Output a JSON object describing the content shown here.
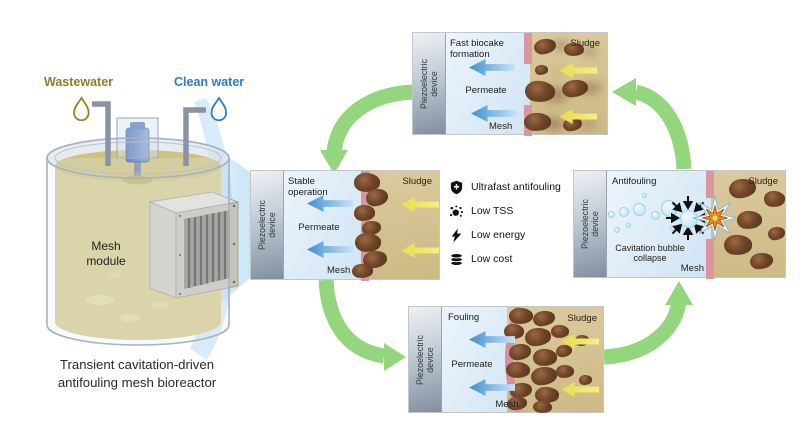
{
  "figure": {
    "wastewater_label": "Wastewater",
    "clean_water_label": "Clean water",
    "mesh_module_label": "Mesh module",
    "caption_line1": "Transient cavitation-driven",
    "caption_line2": "antifouling mesh bioreactor"
  },
  "shared": {
    "device_label": "Piezoelectric device",
    "permeate_label": "Permeate",
    "mesh_label": "Mesh",
    "sludge_label": "Sludge"
  },
  "panels": {
    "biocake": {
      "title": "Fast biocake formation"
    },
    "stable": {
      "title": "Stable operation"
    },
    "fouling": {
      "title": "Fouling"
    },
    "antifouling": {
      "title": "Antifouling",
      "collapse_label": "Cavitation bubble collapse"
    }
  },
  "benefits": {
    "items": [
      {
        "icon": "shield-plus-icon",
        "label": "Ultrafast antifouling"
      },
      {
        "icon": "particles-icon",
        "label": "Low TSS"
      },
      {
        "icon": "lightning-icon",
        "label": "Low energy"
      },
      {
        "icon": "coins-icon",
        "label": "Low cost"
      }
    ]
  },
  "colors": {
    "cycle_arrow_green": "#93d67e",
    "mesh_pink": "#db95a0",
    "sludge_tan": "#d3c08f",
    "permeate_blue": "#dcebf7",
    "blue_arrow": "#3f90d0",
    "yellow_arrow": "#f0e765",
    "wastewater_text": "#8f7d28",
    "clean_water_text": "#2e7cc0",
    "starburst_orange": "#ee8a1f"
  }
}
